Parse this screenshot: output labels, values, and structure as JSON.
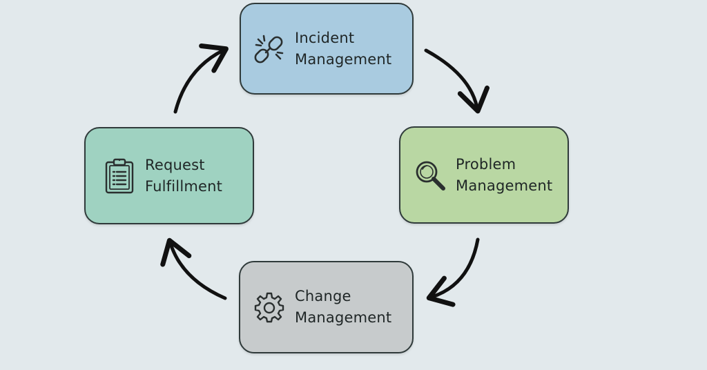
{
  "diagram": {
    "nodes": [
      {
        "id": "incident",
        "lines": [
          "Incident",
          "Management"
        ],
        "fill": "#a9cbe0",
        "icon": "broken-chain-icon"
      },
      {
        "id": "problem",
        "lines": [
          "Problem",
          "Management"
        ],
        "fill": "#b9d7a3",
        "icon": "magnifier-icon"
      },
      {
        "id": "change",
        "lines": [
          "Change",
          "Management"
        ],
        "fill": "#c7cbcc",
        "icon": "gear-icon"
      },
      {
        "id": "request",
        "lines": [
          "Request",
          "Fulfillment"
        ],
        "fill": "#9fd2c1",
        "icon": "clipboard-icon"
      }
    ],
    "flow": [
      {
        "from": "incident",
        "to": "problem"
      },
      {
        "from": "problem",
        "to": "change"
      },
      {
        "from": "change",
        "to": "request"
      },
      {
        "from": "request",
        "to": "incident"
      }
    ],
    "arrow_color": "#111111"
  }
}
